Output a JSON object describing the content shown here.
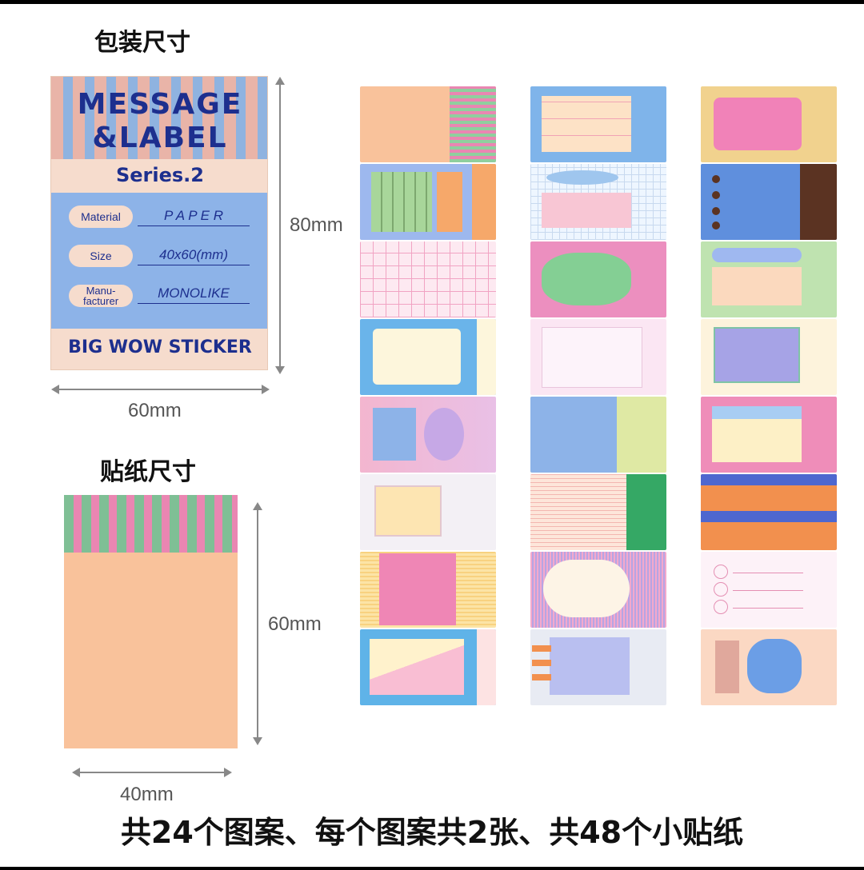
{
  "package_section": {
    "title": "包装尺寸",
    "height_label": "80mm",
    "width_label": "60mm",
    "package": {
      "brand_line1": "MESSAGE",
      "brand_line2": "&LABEL",
      "series": "Series.2",
      "fields": [
        {
          "label": "Material",
          "value": "P A P E R"
        },
        {
          "label": "Size",
          "value": "40x60(mm)"
        },
        {
          "label": "Manu-\nfacturer",
          "value": "MONOLIKE"
        }
      ],
      "footer": "BIG WOW STICKER"
    }
  },
  "sticker_section": {
    "title": "贴纸尺寸",
    "height_label": "60mm",
    "width_label": "40mm"
  },
  "caption": "共24个图案、每个图案共2张、共48个小贴纸",
  "colors": {
    "navy": "#1d2f8e",
    "package_pink": "#f6dccd",
    "package_blue": "#8db3e8",
    "sticker_orange": "#f9c29b",
    "sticker_green": "#7fbf95",
    "sticker_pink": "#ea86b2"
  }
}
